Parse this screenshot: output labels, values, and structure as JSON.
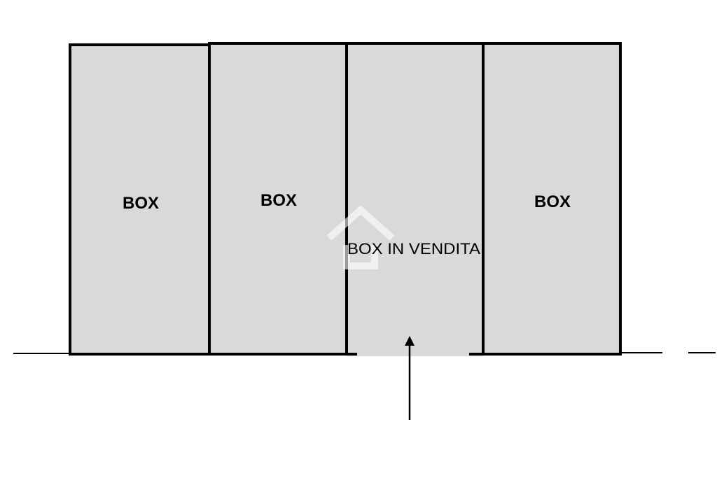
{
  "plan": {
    "boxes": [
      {
        "label": "BOX",
        "for_sale": false
      },
      {
        "label": "BOX",
        "for_sale": false
      },
      {
        "label": "BOX IN VENDITA",
        "for_sale": true
      },
      {
        "label": "BOX",
        "for_sale": false
      }
    ],
    "colors": {
      "box_fill": "#d9d9d9",
      "wall": "#000000",
      "background": "#ffffff"
    },
    "icons": [
      "entrance-arrow-icon",
      "watermark-logo-icon"
    ]
  }
}
